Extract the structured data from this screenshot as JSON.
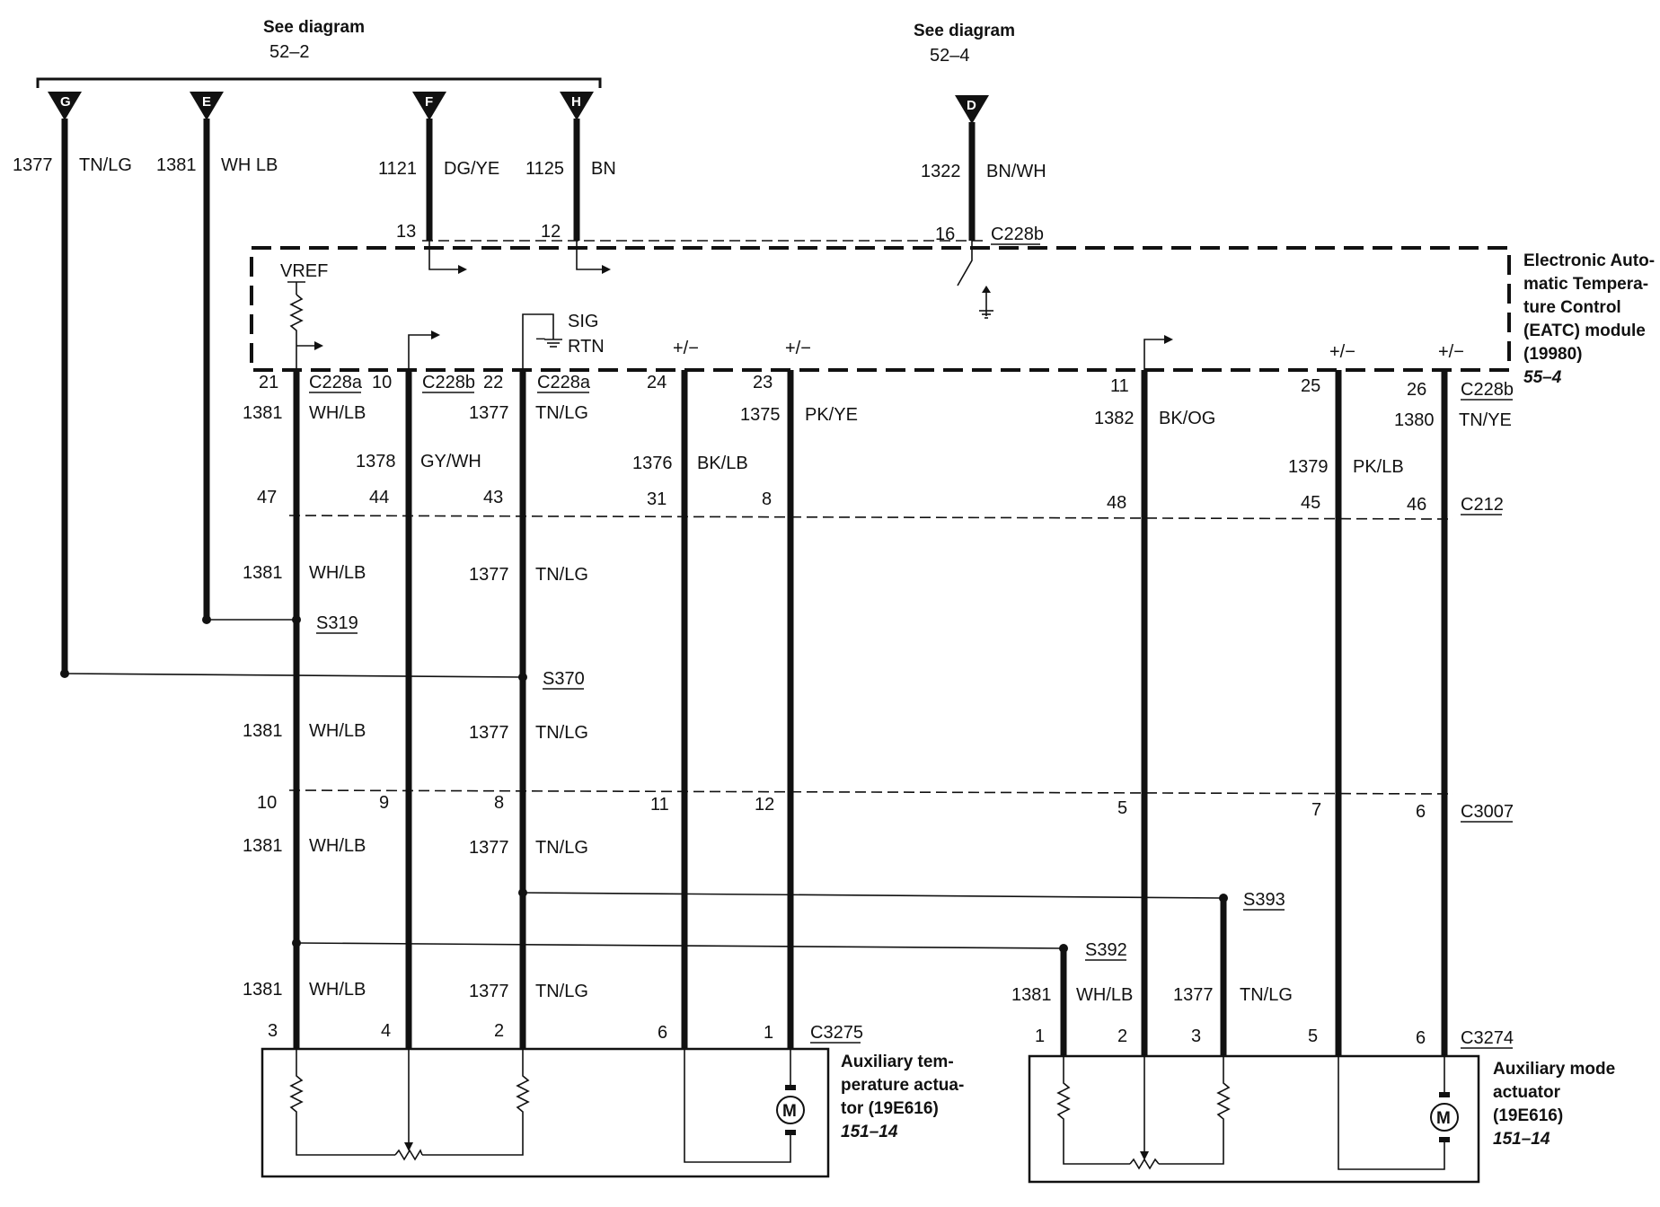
{
  "references": {
    "left": {
      "text": "See diagram",
      "page": "52–2"
    },
    "right": {
      "text": "See diagram",
      "page": "52–4"
    }
  },
  "top_connectors": {
    "G": "G",
    "E": "E",
    "F": "F",
    "H": "H",
    "D": "D"
  },
  "top_wires": {
    "g": {
      "circuit": "1377",
      "color": "TN/LG"
    },
    "e": {
      "circuit": "1381",
      "color": "WH LB"
    },
    "f": {
      "circuit": "1121",
      "color": "DG/YE",
      "pin": "13"
    },
    "h": {
      "circuit": "1125",
      "color": "BN",
      "pin": "12"
    },
    "d": {
      "circuit": "1322",
      "color": "BN/WH",
      "pin": "16",
      "connector": "C228b"
    }
  },
  "module": {
    "name": "Electronic Auto-\nmatic Tempera-\nture Control\n(EATC) module\n(19980)",
    "ref": "55–4",
    "vref": "VREF",
    "sig": "SIG",
    "rtn": "RTN",
    "minus": "−",
    "plusminus": "+/−"
  },
  "module_pins": {
    "p21": "21",
    "p10": "10",
    "p22": "22",
    "p24": "24",
    "p23": "23",
    "p11": "11",
    "p25": "25",
    "p26": "26",
    "c228a_1": "C228a",
    "c228b_1": "C228b",
    "c228a_2": "C228a",
    "c228b_2": "C228b"
  },
  "circuits": {
    "c1381": "1381",
    "c1377": "1377",
    "c1378": "1378",
    "c1376": "1376",
    "c1375": "1375",
    "c1382": "1382",
    "c1379": "1379",
    "c1380": "1380",
    "whlb": "WH/LB",
    "tnlg": "TN/LG",
    "gywh": "GY/WH",
    "bklb": "BK/LB",
    "pkye": "PK/YE",
    "bkog": "BK/OG",
    "pklb": "PK/LB",
    "tnye": "TN/YE"
  },
  "c212": {
    "name": "C212",
    "pins": [
      "47",
      "44",
      "43",
      "31",
      "8",
      "48",
      "45",
      "46"
    ]
  },
  "c3007": {
    "name": "C3007",
    "pins": [
      "10",
      "9",
      "8",
      "11",
      "12",
      "5",
      "7",
      "6"
    ]
  },
  "splices": {
    "s319": "S319",
    "s370": "S370",
    "s393": "S393",
    "s392": "S392"
  },
  "c3275": {
    "name": "C3275",
    "pins": [
      "3",
      "4",
      "2",
      "6",
      "1"
    ]
  },
  "c3274": {
    "name": "C3274",
    "pins": [
      "1",
      "2",
      "3",
      "5",
      "6"
    ]
  },
  "actuators": {
    "temp": {
      "name": "Auxiliary tem-\nperature actua-\ntor (19E616)",
      "ref": "151–14",
      "motor": "M"
    },
    "mode": {
      "name": "Auxiliary mode\nactuator\n(19E616)",
      "ref": "151–14",
      "motor": "M"
    }
  }
}
